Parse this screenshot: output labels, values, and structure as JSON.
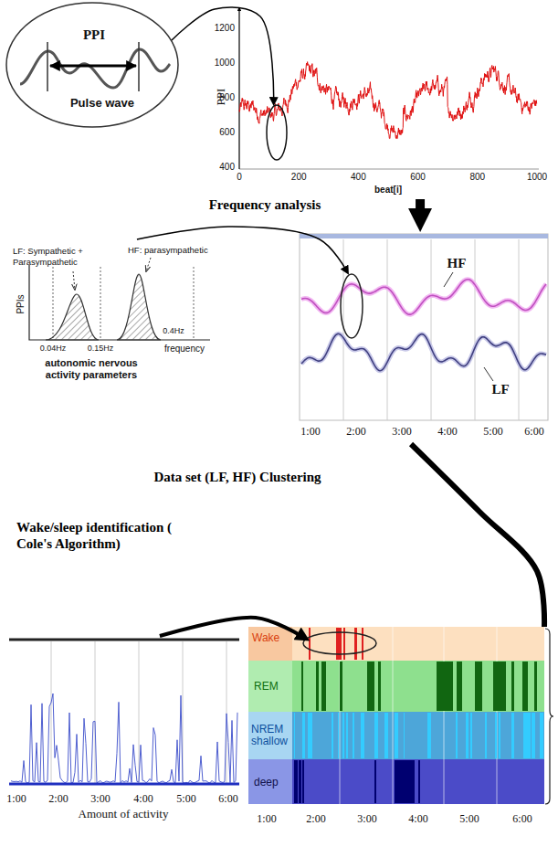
{
  "diagram": {
    "nodes": [
      {
        "text": [
          "PPI",
          "Pulse wave"
        ]
      },
      {
        "text": [
          "1200",
          "1000",
          "800",
          "600",
          "400",
          "PPI",
          "0",
          "200",
          "400",
          "600",
          "800",
          "1000",
          "beat[i]"
        ]
      },
      {
        "text": [
          "LF: Sympathetic + Parasympathetic",
          "HF: parasympathetic",
          "PPIs",
          "0.04Hz",
          "0.15Hz",
          "0.4Hz",
          "frequency",
          "autonomic nervous activity parameters"
        ]
      },
      {
        "text": [
          "HF",
          "LF",
          "1:00",
          "2:00",
          "3:00",
          "4:00",
          "5:00",
          "6:00"
        ]
      },
      {
        "text": [
          "1:00",
          "2:00",
          "3:00",
          "4:00",
          "5:00",
          "6:00",
          "Amount of activity"
        ]
      },
      {
        "text": [
          "1:00",
          "2:00",
          "3:00",
          "4:00",
          "5:00",
          "6:00"
        ]
      },
      {
        "text": [
          "Wake"
        ],
        "in": 5
      },
      {
        "text": [
          "REM"
        ],
        "in": 5
      },
      {
        "text": [
          "NREM shallow"
        ],
        "in": 5
      },
      {
        "text": [
          "deep"
        ],
        "in": 5
      }
    ],
    "edges": [
      {
        "from": 0,
        "to": 1,
        "arrow": "to"
      },
      {
        "from": 1,
        "to": 3,
        "arrow": "to"
      },
      {
        "from": 2,
        "to": 3,
        "arrow": "to"
      },
      {
        "from": 4,
        "to": 6,
        "arrow": "to"
      },
      {
        "from": 3,
        "to": 5,
        "arrow": "none"
      }
    ],
    "labels": [
      "Frequency analysis",
      "Data set (LF, HF) Clustering",
      "Wake/sleep identification ( Cole's Algorithm)"
    ]
  }
}
